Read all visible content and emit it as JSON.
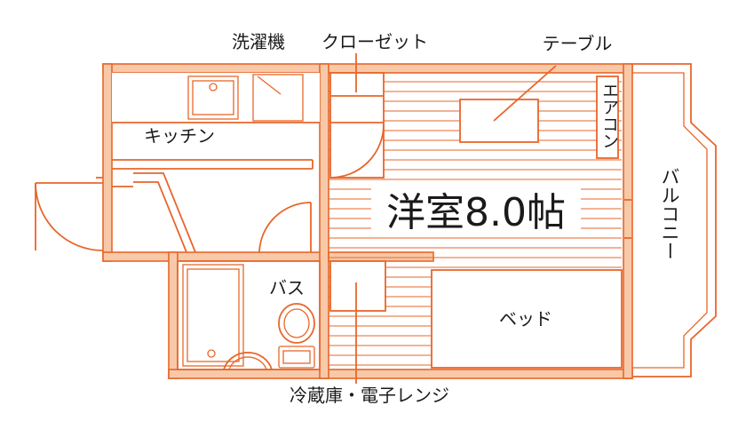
{
  "floorplan": {
    "room_label": "洋室8.0帖",
    "labels": {
      "washer": "洗濯機",
      "closet": "クローゼット",
      "table": "テーブル",
      "aircon": "エアコン",
      "kitchen": "キッチン",
      "balcony": "バルコニー",
      "bath": "バス",
      "bed": "ベッド",
      "fridge": "冷蔵庫・電子レンジ"
    },
    "colors": {
      "line": "#e8662a",
      "wall_fill": "#f7c9a8",
      "text": "#1a1a1a",
      "background": "#ffffff"
    }
  }
}
